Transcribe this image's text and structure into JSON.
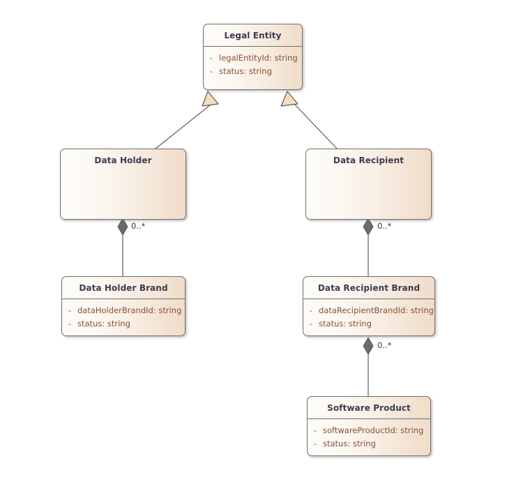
{
  "diagram": {
    "type": "uml-class-diagram",
    "background_color": "#ffffff",
    "palette": {
      "box_fill_light": "#fdfbf7",
      "box_fill_dark": "#f0dcc8",
      "box_border": "#6e6e6e",
      "title_text": "#3c3c50",
      "attribute_text": "#8a4e33",
      "connector_line": "#5a5a5a",
      "diamond_fill": "#6b6b6b",
      "triangle_fill": "#f4dcbc",
      "multiplicity_text": "#2f3a52"
    },
    "classes": [
      {
        "id": "legal-entity",
        "name": "Legal Entity",
        "attributes": [
          {
            "visibility": "-",
            "text": "legalEntityId: string"
          },
          {
            "visibility": "-",
            "text": "status: string"
          }
        ]
      },
      {
        "id": "data-holder",
        "name": "Data Holder",
        "attributes": []
      },
      {
        "id": "data-recipient",
        "name": "Data Recipient",
        "attributes": []
      },
      {
        "id": "data-holder-brand",
        "name": "Data Holder Brand",
        "attributes": [
          {
            "visibility": "-",
            "text": "dataHolderBrandId: string"
          },
          {
            "visibility": "-",
            "text": "status: string"
          }
        ]
      },
      {
        "id": "data-recipient-brand",
        "name": "Data Recipient Brand",
        "attributes": [
          {
            "visibility": "-",
            "text": "dataRecipientBrandId: string"
          },
          {
            "visibility": "-",
            "text": "status: string"
          }
        ]
      },
      {
        "id": "software-product",
        "name": "Software Product",
        "attributes": [
          {
            "visibility": "-",
            "text": "softwareProductId: string"
          },
          {
            "visibility": "-",
            "text": "status: string"
          }
        ]
      }
    ],
    "relationships": [
      {
        "id": "gen-data-holder",
        "kind": "generalization",
        "from": "data-holder",
        "to": "legal-entity",
        "multiplicity": ""
      },
      {
        "id": "gen-data-recipient",
        "kind": "generalization",
        "from": "data-recipient",
        "to": "legal-entity",
        "multiplicity": ""
      },
      {
        "id": "comp-holder-brand",
        "kind": "composition",
        "from": "data-holder",
        "to": "data-holder-brand",
        "multiplicity": "0..*"
      },
      {
        "id": "comp-recipient-brand",
        "kind": "composition",
        "from": "data-recipient",
        "to": "data-recipient-brand",
        "multiplicity": "0..*"
      },
      {
        "id": "comp-software-product",
        "kind": "composition",
        "from": "data-recipient-brand",
        "to": "software-product",
        "multiplicity": "0..*"
      }
    ],
    "multiplicity_labels": {
      "holder_brand": "0..*",
      "recipient_brand": "0..*",
      "software_product": "0..*"
    }
  }
}
